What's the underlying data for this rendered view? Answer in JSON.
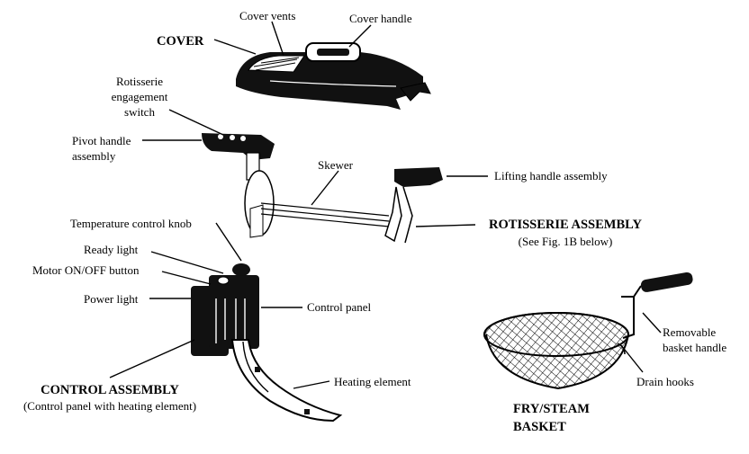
{
  "labels": {
    "cover_vents": "Cover vents",
    "cover_handle": "Cover handle",
    "cover": "COVER",
    "rotisserie_switch_1": "Rotisserie",
    "rotisserie_switch_2": "engagement",
    "rotisserie_switch_3": "switch",
    "pivot_handle_1": "Pivot handle",
    "pivot_handle_2": "assembly",
    "skewer": "Skewer",
    "lifting_handle": "Lifting handle assembly",
    "rotisserie_assembly": "ROTISSERIE ASSEMBLY",
    "rotisserie_assembly_sub": "(See Fig. 1B below)",
    "temperature_knob": "Temperature control knob",
    "ready_light": "Ready light",
    "motor_button": "Motor ON/OFF button",
    "power_light": "Power light",
    "control_panel": "Control panel",
    "heating_element": "Heating element",
    "control_assembly": "CONTROL ASSEMBLY",
    "control_assembly_sub": "(Control panel with heating element)",
    "removable_handle_1": "Removable",
    "removable_handle_2": "basket handle",
    "drain_hooks": "Drain hooks",
    "basket_1": "FRY/STEAM",
    "basket_2": "BASKET"
  },
  "colors": {
    "ink": "#000000",
    "paper": "#ffffff",
    "shade": "#333333"
  }
}
